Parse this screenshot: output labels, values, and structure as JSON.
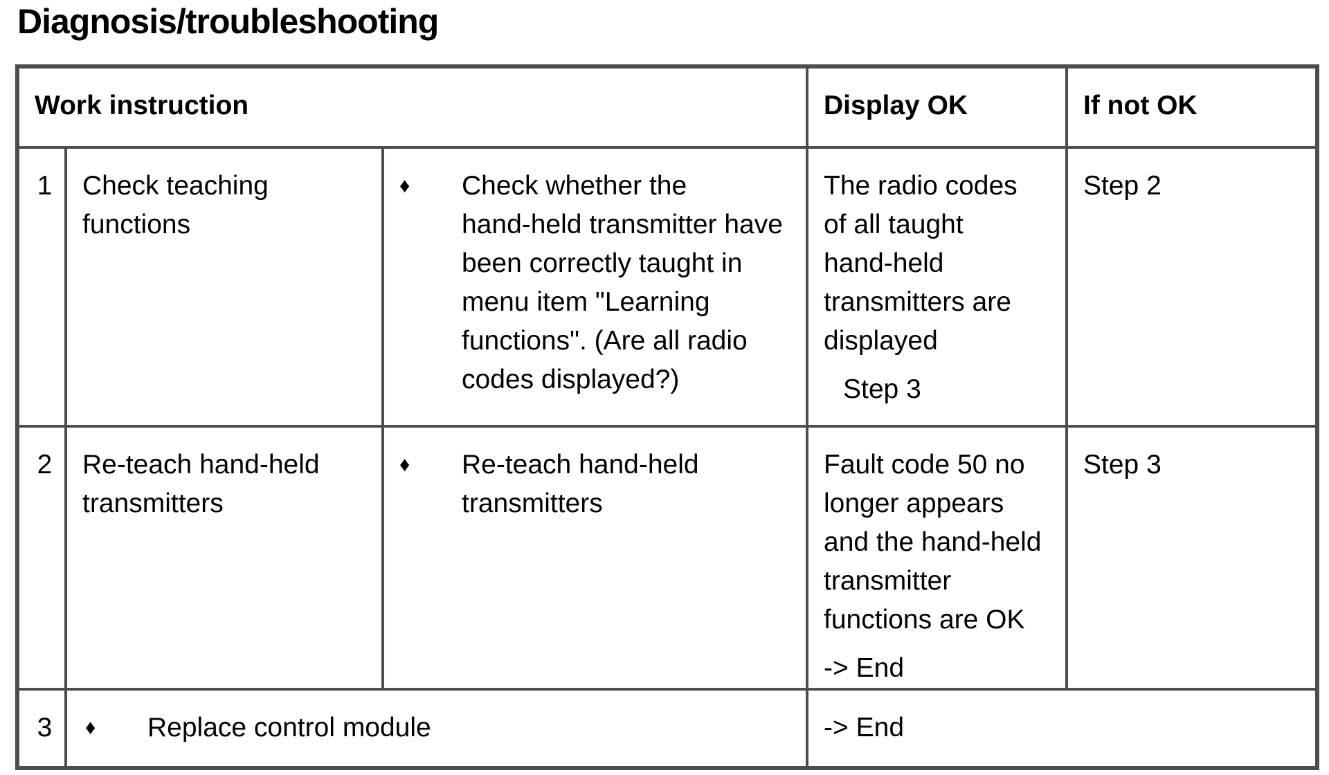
{
  "page_title": "Diagnosis/troubleshooting",
  "colors": {
    "border": "#4d4d4d",
    "text": "#000000",
    "background": "#ffffff"
  },
  "table": {
    "bullet_glyph": "♦",
    "headers": {
      "work_instruction": "Work instruction",
      "display_ok": "Display OK",
      "if_not_ok": "If not OK"
    },
    "rows": [
      {
        "num": "1",
        "title": "Check teaching\nfunctions",
        "instruction": "Check whether the\nhand-held transmitter have\nbeen correctly taught in\nmenu item \"Learning\nfunctions\". (Are all radio\ncodes displayed?)",
        "display_ok": "The radio codes\nof all taught\nhand-held\ntransmitters are\ndisplayed",
        "display_ok_step": "Step 3",
        "if_not_ok": "Step 2"
      },
      {
        "num": "2",
        "title": "Re-teach hand-held\ntransmitters",
        "instruction": "Re-teach hand-held\ntransmitters",
        "display_ok": "Fault code 50 no\nlonger appears\nand the hand-held\ntransmitter\nfunctions are OK",
        "display_ok_step": "-> End",
        "if_not_ok": "Step 3"
      },
      {
        "num": "3",
        "instruction": "Replace control module",
        "display_ok": "-> End"
      }
    ]
  }
}
